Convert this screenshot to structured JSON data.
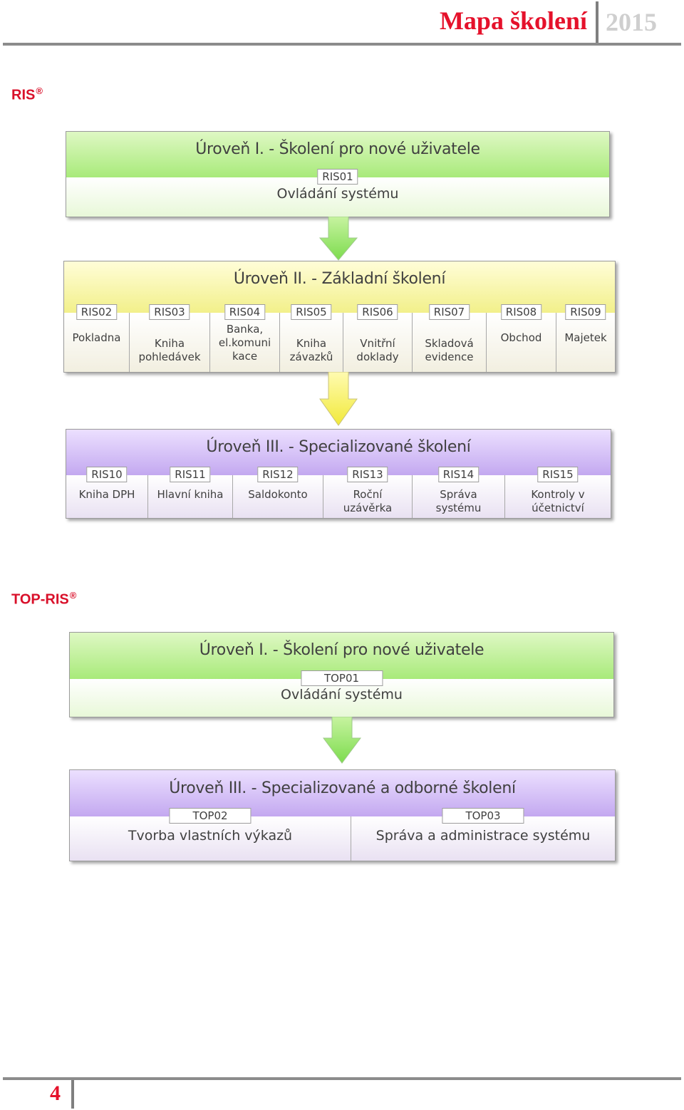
{
  "header": {
    "title": "Mapa školení",
    "year": "2015"
  },
  "sections": [
    {
      "name": "RIS",
      "reg": "®"
    },
    {
      "name": "TOP-RIS",
      "reg": "®"
    }
  ],
  "ris": {
    "level1": {
      "title": "Úroveň I. - Školení pro nové uživatele",
      "code": "RIS01",
      "label": "Ovládání systému"
    },
    "level2": {
      "title": "Úroveň II. - Základní školení",
      "items": [
        {
          "code": "RIS02",
          "label": "Pokladna"
        },
        {
          "code": "RIS03",
          "label": "Kniha\npohledávek"
        },
        {
          "code": "RIS04",
          "label": "Banka,\nel.komuni\nkace"
        },
        {
          "code": "RIS05",
          "label": "Kniha\nzávazků"
        },
        {
          "code": "RIS06",
          "label": "Vnitřní\ndoklady"
        },
        {
          "code": "RIS07",
          "label": "Skladová\nevidence"
        },
        {
          "code": "RIS08",
          "label": "Obchod"
        },
        {
          "code": "RIS09",
          "label": "Majetek"
        }
      ]
    },
    "level3": {
      "title": "Úroveň III. - Specializované školení",
      "items": [
        {
          "code": "RIS10",
          "label": "Kniha DPH"
        },
        {
          "code": "RIS11",
          "label": "Hlavní kniha"
        },
        {
          "code": "RIS12",
          "label": "Saldokonto"
        },
        {
          "code": "RIS13",
          "label": "Roční\nuzávěrka"
        },
        {
          "code": "RIS14",
          "label": "Správa\nsystému"
        },
        {
          "code": "RIS15",
          "label": "Kontroly v\núčetnictví"
        }
      ]
    }
  },
  "top": {
    "level1": {
      "title": "Úroveň I. - Školení pro nové uživatele",
      "code": "TOP01",
      "label": "Ovládání systému"
    },
    "level3": {
      "title": "Úroveň III. - Specializované a odborné školení",
      "items": [
        {
          "code": "TOP02",
          "label": "Tvorba vlastních výkazů"
        },
        {
          "code": "TOP03",
          "label": "Správa a administrace systému"
        }
      ]
    }
  },
  "footer": {
    "page": "4"
  },
  "colors": {
    "red": "#e5112b",
    "green": "#a8ea7a",
    "yellow": "#f2f08a",
    "purple": "#c3a8f0"
  }
}
